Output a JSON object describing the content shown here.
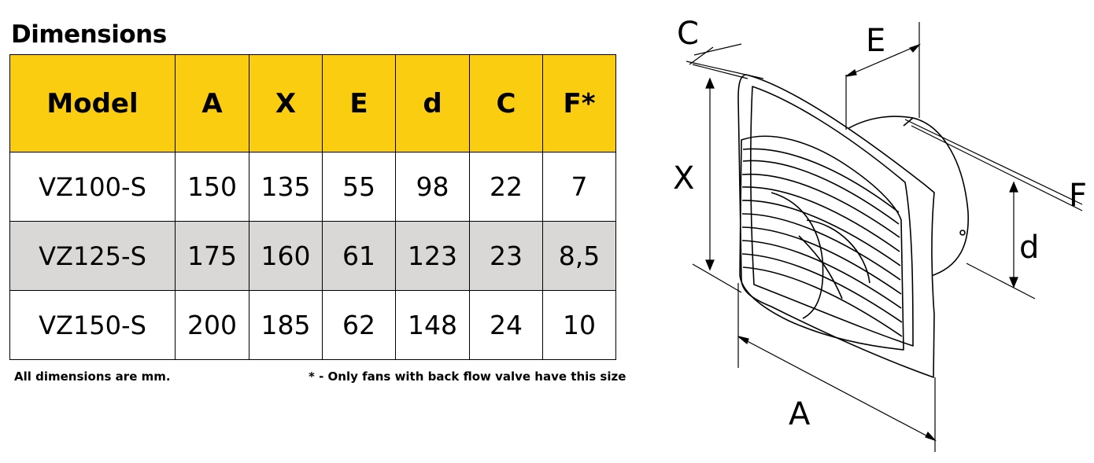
{
  "title": "Dimensions",
  "table": {
    "headers": [
      "Model",
      "A",
      "X",
      "E",
      "d",
      "C",
      "F*"
    ],
    "rows": [
      [
        "VZ100-S",
        "150",
        "135",
        "55",
        "98",
        "22",
        "7"
      ],
      [
        "VZ125-S",
        "175",
        "160",
        "61",
        "123",
        "23",
        "8,5"
      ],
      [
        "VZ150-S",
        "200",
        "185",
        "62",
        "148",
        "24",
        "10"
      ]
    ]
  },
  "notes": {
    "units": "All dimensions are mm.",
    "footnote": "* - Only fans with back flow valve have this size"
  },
  "drawing": {
    "labels": {
      "C": "C",
      "E": "E",
      "X": "X",
      "F": "F",
      "d": "d",
      "A": "A"
    }
  },
  "colors": {
    "header_bg": "#fbcd10",
    "shaded_row_bg": "#d9d8d6",
    "line": "#000000"
  }
}
